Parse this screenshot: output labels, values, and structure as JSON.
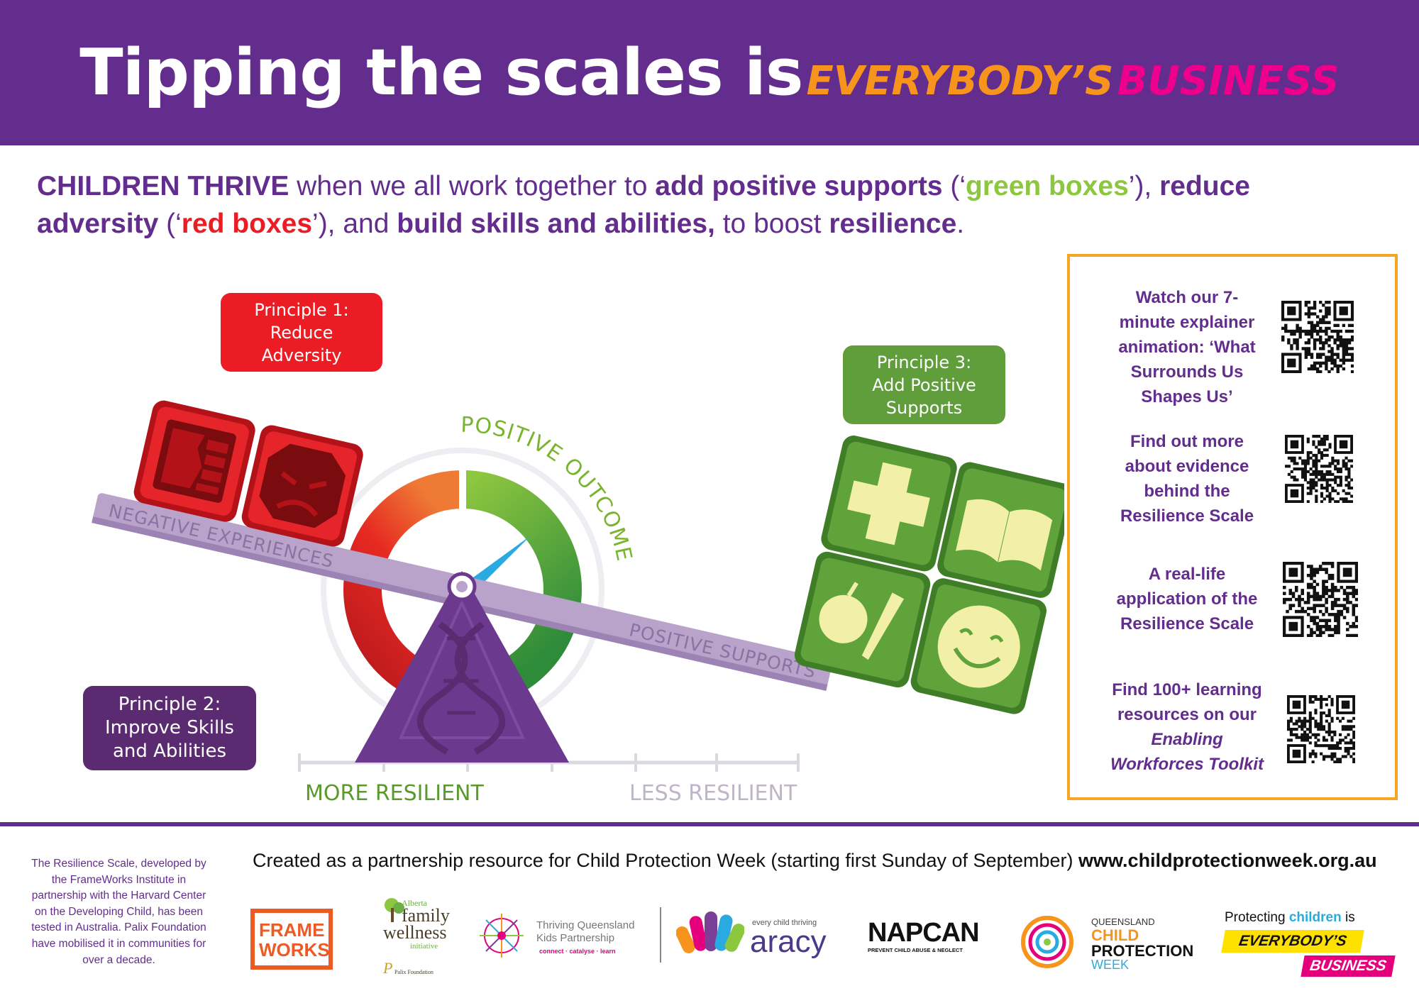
{
  "header": {
    "title_main": "Tipping the scales is",
    "title_accent_1": "EVERYBODY’S",
    "title_accent_2": "BUSINESS"
  },
  "intro": {
    "p1": "CHILDREN THRIVE",
    "p2": " when we all work together to ",
    "p3": "add positive supports",
    "p4": " (‘",
    "p5": "green boxes",
    "p6": "’), ",
    "p7": "reduce adversity",
    "p8": " (‘",
    "p9": "red boxes",
    "p10": "’), and ",
    "p11": "build skills and abilities,",
    "p12": " to boost ",
    "p13": "resilience",
    "p14": "."
  },
  "principles": {
    "p1": [
      "Principle 1:",
      "Reduce",
      "Adversity"
    ],
    "p2": [
      "Principle 2:",
      "Improve Skills",
      "and Abilities"
    ],
    "p3": [
      "Principle 3:",
      "Add Positive",
      "Supports"
    ]
  },
  "scale": {
    "beam_left_label": "NEGATIVE EXPERIENCES",
    "beam_right_label": "POSITIVE SUPPORTS",
    "gauge_label": "POSITIVE OUTCOME",
    "axis_left": "MORE RESILIENT",
    "axis_right": "LESS RESILIENT",
    "icons_red": [
      "broken-wall-icon",
      "angry-face-icon"
    ],
    "icons_green": [
      "medical-cross-icon",
      "open-book-icon",
      "apple-carrot-icon",
      "smiley-face-icon"
    ]
  },
  "resources": [
    {
      "lines": [
        "Watch our 7-",
        "minute explainer",
        "animation: ‘What",
        "Surrounds Us",
        "Shapes Us’"
      ]
    },
    {
      "lines": [
        "Find out more",
        "about evidence",
        "behind the",
        "Resilience Scale"
      ]
    },
    {
      "lines": [
        "A real-life",
        "application of the",
        "Resilience Scale"
      ]
    },
    {
      "lines": [
        "Find 100+ learning",
        "resources on our",
        "Enabling",
        "Workforces Toolkit"
      ]
    }
  ],
  "footer": {
    "note_lines": [
      "The Resilience Scale, developed by",
      "the FrameWorks Institute in",
      "partnership with the Harvard Center",
      "on the Developing Child, has been",
      "tested in Australia. Palix Foundation",
      "have mobilised it in communities for",
      "over a decade."
    ],
    "credit_text": "Created as a partnership resource for Child Protection Week (starting first Sunday of September) ",
    "credit_url": "www.childprotectionweek.org.au"
  },
  "logos": {
    "frameworks": [
      "FRAME",
      "WORKS"
    ],
    "alberta": [
      "Alberta",
      "family",
      "wellness",
      "initiative"
    ],
    "palix": "Palix Foundation",
    "tqkp": [
      "Thriving Queensland",
      "Kids Partnership",
      "connect · catalyse · learn"
    ],
    "aracy_tag": "every child thriving",
    "aracy": "aracy",
    "napcan": "NAPCAN",
    "napcan_tag": "PREVENT CHILD ABUSE & NEGLECT",
    "qcpw": [
      "QUEENSLAND",
      "CHILD",
      "PROTECTION",
      "WEEK"
    ],
    "eb_top_1": "Protecting ",
    "eb_top_2": "children",
    "eb_top_3": " is",
    "eb_mid": "EVERYBODY’S",
    "eb_bot": "BUSINESS"
  },
  "colors": {
    "purple": "#632D8E",
    "orange": "#F7941D",
    "pink": "#EC008C",
    "green": "#8DC63F",
    "red": "#EC1C24",
    "box_border": "#F5A623"
  }
}
